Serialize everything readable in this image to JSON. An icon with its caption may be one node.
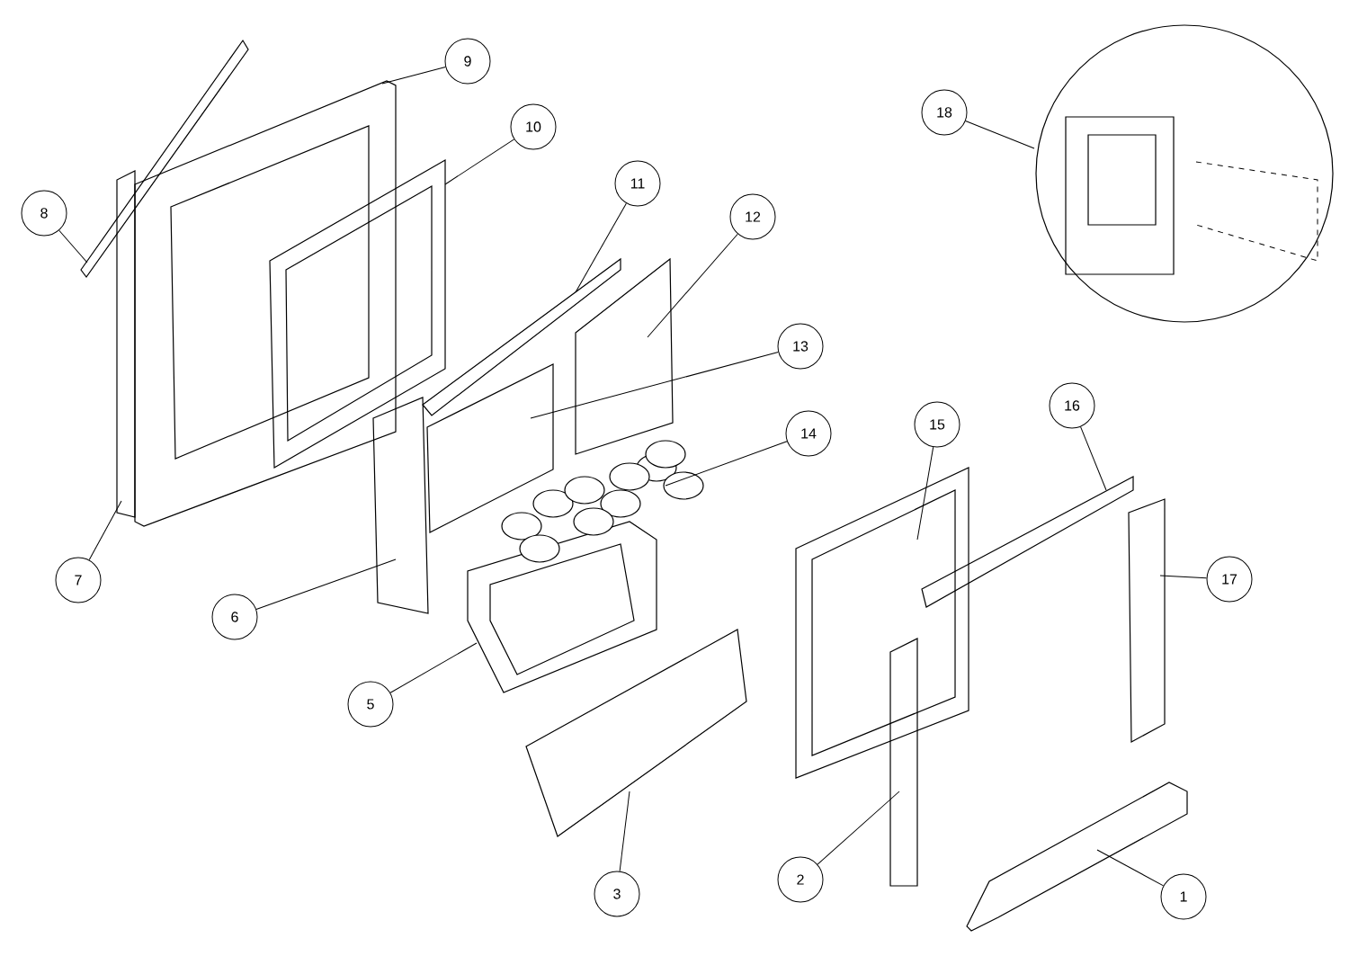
{
  "diagram": {
    "nodes": [
      {
        "text": [
          "1"
        ]
      },
      {
        "text": [
          "2"
        ]
      },
      {
        "text": [
          "3"
        ]
      },
      {
        "text": [
          "5"
        ]
      },
      {
        "text": [
          "6"
        ]
      },
      {
        "text": [
          "7"
        ]
      },
      {
        "text": [
          "8"
        ]
      },
      {
        "text": [
          "9"
        ]
      },
      {
        "text": [
          "10"
        ]
      },
      {
        "text": [
          "11"
        ]
      },
      {
        "text": [
          "12"
        ]
      },
      {
        "text": [
          "13"
        ]
      },
      {
        "text": [
          "14"
        ]
      },
      {
        "text": [
          "15"
        ]
      },
      {
        "text": [
          "16"
        ]
      },
      {
        "text": [
          "17"
        ]
      },
      {
        "text": [
          "18"
        ]
      }
    ],
    "edges": [
      {
        "from": 0,
        "to": null,
        "arrow": "none"
      },
      {
        "from": 1,
        "to": null,
        "arrow": "none"
      },
      {
        "from": 2,
        "to": null,
        "arrow": "none"
      },
      {
        "from": 3,
        "to": null,
        "arrow": "none"
      },
      {
        "from": 4,
        "to": null,
        "arrow": "none"
      },
      {
        "from": 5,
        "to": null,
        "arrow": "none"
      },
      {
        "from": 6,
        "to": null,
        "arrow": "none"
      },
      {
        "from": 7,
        "to": null,
        "arrow": "none"
      },
      {
        "from": 8,
        "to": null,
        "arrow": "none"
      },
      {
        "from": 9,
        "to": null,
        "arrow": "none"
      },
      {
        "from": 10,
        "to": null,
        "arrow": "none"
      },
      {
        "from": 11,
        "to": null,
        "arrow": "none"
      },
      {
        "from": 12,
        "to": null,
        "arrow": "none"
      },
      {
        "from": 13,
        "to": null,
        "arrow": "none"
      },
      {
        "from": 14,
        "to": null,
        "arrow": "none"
      },
      {
        "from": 15,
        "to": null,
        "arrow": "none"
      },
      {
        "from": 16,
        "to": null,
        "arrow": "none"
      }
    ]
  }
}
